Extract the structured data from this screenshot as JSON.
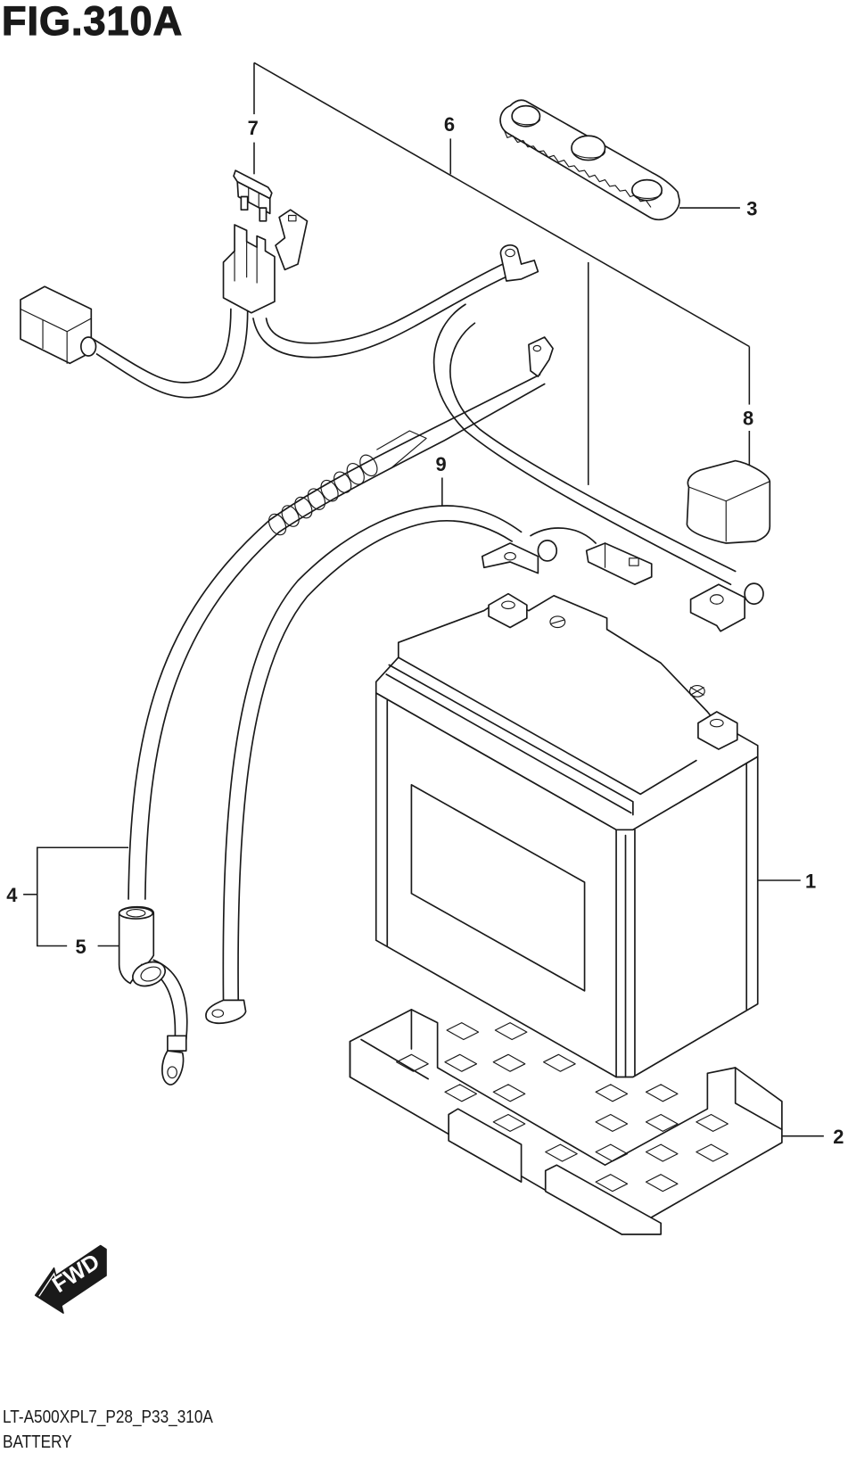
{
  "figure": {
    "title": "FIG.310A",
    "code": "LT-A500XPL7_P28_P33_310A",
    "name": "BATTERY"
  },
  "direction_indicator": {
    "label": "FWD",
    "icon": "arrow-down-left-icon"
  },
  "callouts": [
    {
      "number": "1",
      "part": "battery"
    },
    {
      "number": "2",
      "part": "battery-tray"
    },
    {
      "number": "3",
      "part": "battery-cap-strip"
    },
    {
      "number": "4",
      "part": "negative-ground-cable"
    },
    {
      "number": "5",
      "part": "cable-boot"
    },
    {
      "number": "6",
      "part": "starter-relay-harness"
    },
    {
      "number": "7",
      "part": "fuse"
    },
    {
      "number": "8",
      "part": "terminal-cover"
    },
    {
      "number": "9",
      "part": "battery-lead-wire"
    }
  ],
  "colors": {
    "ink": "#1a1a1a",
    "background": "#ffffff"
  }
}
